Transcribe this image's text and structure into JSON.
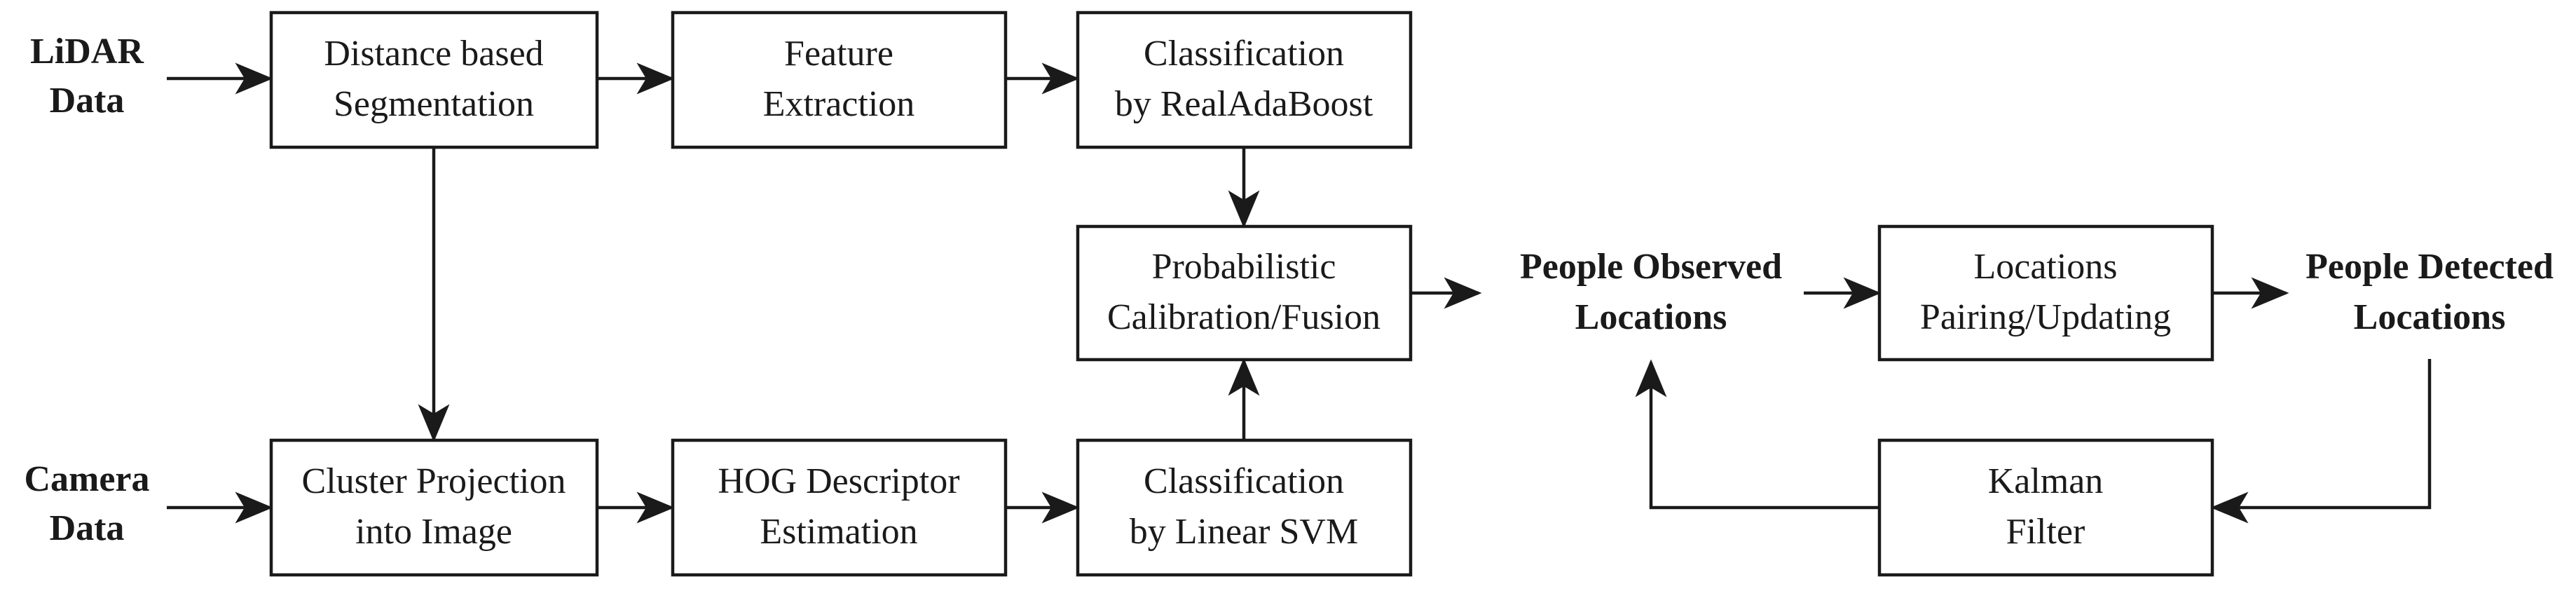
{
  "colors": {
    "line": "#1a1a1a",
    "box_fill": "#ffffff"
  },
  "inputs": {
    "lidar": {
      "line1": "LiDAR",
      "line2": "Data"
    },
    "camera": {
      "line1": "Camera",
      "line2": "Data"
    }
  },
  "boxes": {
    "distance_segmentation": {
      "line1": "Distance based",
      "line2": "Segmentation"
    },
    "feature_extraction": {
      "line1": "Feature",
      "line2": "Extraction"
    },
    "classification_realadaboost": {
      "line1": "Classification",
      "line2": "by RealAdaBoost"
    },
    "probabilistic_fusion": {
      "line1": "Probabilistic",
      "line2": "Calibration/Fusion"
    },
    "cluster_projection": {
      "line1": "Cluster Projection",
      "line2": "into Image"
    },
    "hog_descriptor": {
      "line1": "HOG Descriptor",
      "line2": "Estimation"
    },
    "classification_svm": {
      "line1": "Classification",
      "line2": "by Linear SVM"
    },
    "locations_pairing": {
      "line1": "Locations",
      "line2": "Pairing/Updating"
    },
    "kalman_filter": {
      "line1": "Kalman",
      "line2": "Filter"
    }
  },
  "outputs": {
    "people_observed": {
      "line1": "People Observed",
      "line2": "Locations"
    },
    "people_detected": {
      "line1": "People Detected",
      "line2": "Locations"
    }
  }
}
